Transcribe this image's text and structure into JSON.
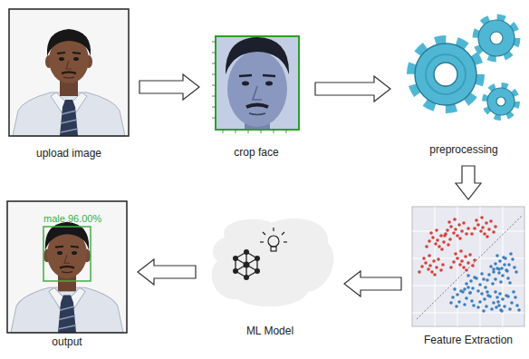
{
  "diagram": {
    "nodes": [
      {
        "text": [
          "upload image"
        ]
      },
      {
        "text": [
          "crop face"
        ]
      },
      {
        "text": [
          "preprocessing"
        ]
      },
      {
        "text": [
          "male 96.00%",
          "output"
        ]
      },
      {
        "text": [
          "ML Model"
        ]
      },
      {
        "text": [
          "Feature Extraction"
        ]
      }
    ],
    "edges": [
      {
        "from": 0,
        "to": 1,
        "arrow": "to"
      },
      {
        "from": 1,
        "to": 2,
        "arrow": "to"
      },
      {
        "from": 2,
        "to": 5,
        "arrow": "to"
      },
      {
        "from": 5,
        "to": 4,
        "arrow": "to"
      },
      {
        "from": 4,
        "to": 3,
        "arrow": "to"
      }
    ]
  }
}
